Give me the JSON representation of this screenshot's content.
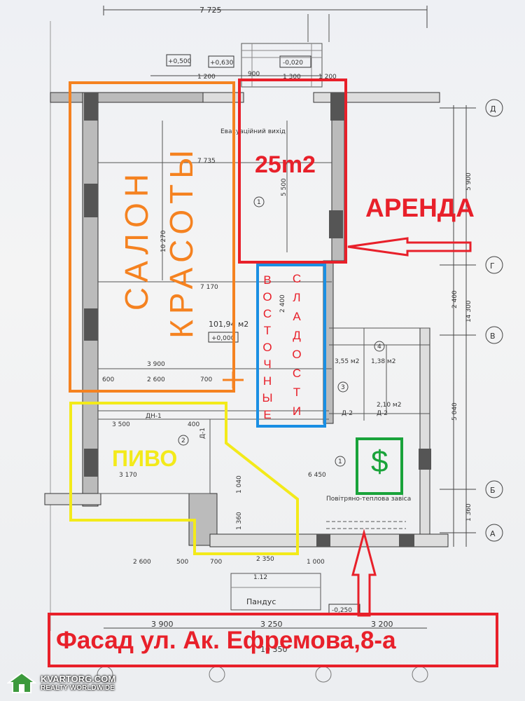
{
  "overlays": {
    "salon": {
      "line1": "САЛОН",
      "line2": "КРАСОТЫ",
      "color": "#f58220"
    },
    "rent": {
      "area": "25m2",
      "label": "АРЕНДА",
      "color": "#e8202a"
    },
    "sweets": {
      "col1": "ВОСТОЧНЫЕ",
      "col2": "СЛАДОСТИ",
      "color": "#1a8fe3"
    },
    "beer": {
      "label": "ПИВО",
      "color": "#f3ea1a"
    },
    "cash": {
      "symbol": "$",
      "color": "#19a33a"
    },
    "facade": {
      "label": "Фасад ул. Ак. Ефремова,8-а",
      "color": "#e8202a"
    }
  },
  "plan": {
    "marks_top": [
      "+0,500",
      "+0,630",
      "-0,020"
    ],
    "dims_top": [
      "7 725",
      "1 200",
      "900",
      "1 300",
      "1 200"
    ],
    "evac_exit": "Евакуаційний вихід",
    "room_dims": [
      "7 735",
      "5 500",
      "7 170",
      "2 400",
      "10 270"
    ],
    "main_area": "101,94 м2",
    "main_level": "+0,000",
    "row_dims": [
      "3 900",
      "600",
      "2 600",
      "700"
    ],
    "small_rooms": [
      "3,55 м2",
      "1,38 м2",
      "2,10 м2"
    ],
    "room_nums": [
      "1",
      "2",
      "3",
      "4"
    ],
    "beer_dims": [
      "3 500",
      "400",
      "3 170",
      "1 040",
      "1 360"
    ],
    "lower_dims": [
      "6 450",
      "2 350",
      "2 600",
      "500",
      "700",
      "1 000"
    ],
    "heat_curtain": "Повітряно-теплова завіса",
    "right_dims": [
      "5 900",
      "2 400",
      "14 300",
      "5 040",
      "1 360"
    ],
    "axes": [
      "Д",
      "Г",
      "В",
      "Б",
      "А"
    ],
    "ramp": "Пандус",
    "bottom_mark": "-0,250",
    "bottom_dims": [
      "3 900",
      "3 250",
      "3 200",
      "10 350"
    ],
    "door_marks": [
      "Д-1",
      "Д-2",
      "Д-2",
      "ДН-1"
    ],
    "mid_mark": "1.12"
  },
  "watermark": {
    "brand": "KVARTORG.COM",
    "tagline": "REALTY WORLDWIDE"
  }
}
